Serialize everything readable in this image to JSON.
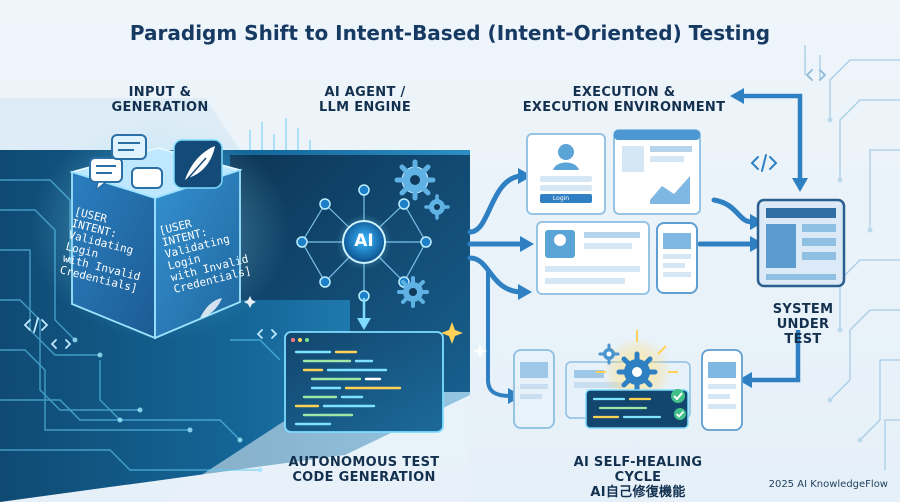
{
  "title": "Paradigm Shift to Intent-Based (Intent-Oriented) Testing",
  "stages": {
    "input": {
      "line1": "INPUT &",
      "line2": "GENERATION"
    },
    "agent": {
      "line1": "AI AGENT /",
      "line2": "LLM ENGINE"
    },
    "execution": {
      "line1": "EXECUTION &",
      "line2": "EXECUTION ENVIRONMENT"
    },
    "sut": {
      "line1": "SYSTEM",
      "line2": "UNDER TEST"
    },
    "codegen": {
      "line1": "AUTONOMOUS TEST",
      "line2": "CODE GENERATION"
    },
    "healing": {
      "line1": "AI SELF-HEALING CYCLE",
      "line2": "AI自己修復機能"
    }
  },
  "intent_card": {
    "lines": [
      "[USER INTENT:",
      "Validating Login",
      "with Invalid",
      "Credentials]"
    ]
  },
  "ai_core": {
    "label": "AI"
  },
  "login_button": {
    "label": "Login"
  },
  "footer": "2025 AI KnowledgeFlow",
  "colors": {
    "title": "#173a63",
    "accent": "#2f9bd6",
    "dark_panel": "#0f3a5c",
    "glow": "#7fe3ff",
    "spark": "#ffd257"
  },
  "icons": [
    "chat-bubbles-icon",
    "feather-quill-icon",
    "gear-icon",
    "code-brackets-icon",
    "user-avatar-icon",
    "sparkle-icon",
    "check-icon"
  ]
}
